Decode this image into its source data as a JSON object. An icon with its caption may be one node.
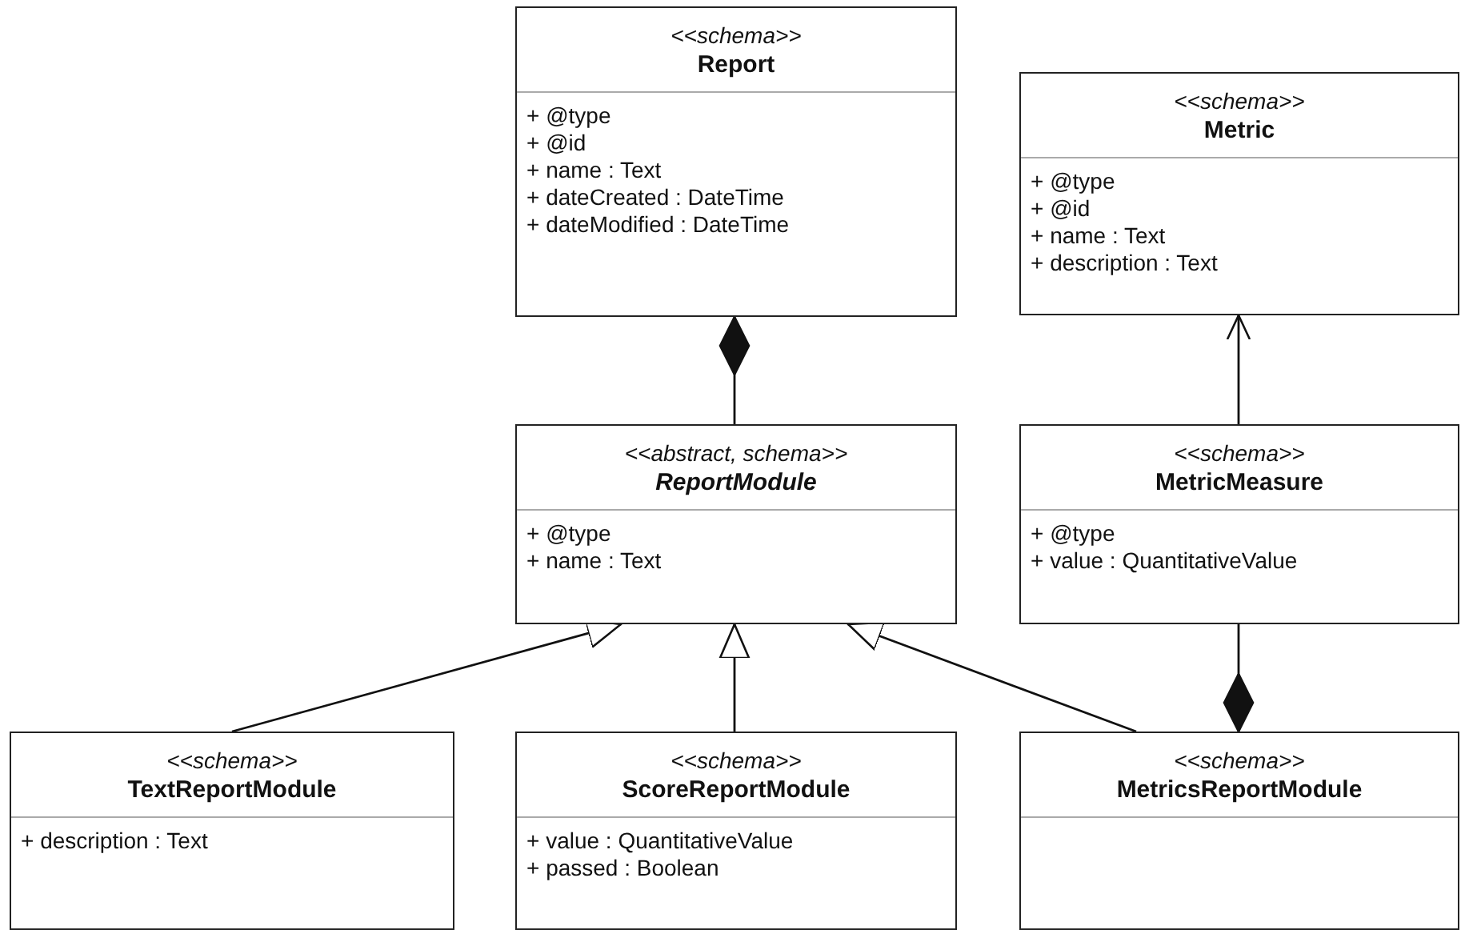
{
  "diagram": {
    "nodes": [
      {
        "text": [
          "<<schema>>",
          "Report",
          "+ @type",
          "+ @id",
          "+ name : Text",
          "+ dateCreated : DateTime",
          "+ dateModified : DateTime"
        ]
      },
      {
        "text": [
          "<<schema>>",
          "Metric",
          "+ @type",
          "+ @id",
          "+ name : Text",
          "+ description : Text"
        ]
      },
      {
        "text": [
          "<<abstract, schema>>",
          "ReportModule",
          "+ @type",
          "+ name : Text"
        ]
      },
      {
        "text": [
          "<<schema>>",
          "MetricMeasure",
          "+ @type",
          "+ value : QuantitativeValue"
        ]
      },
      {
        "text": [
          "<<schema>>",
          "TextReportModule",
          "+ description : Text"
        ]
      },
      {
        "text": [
          "<<schema>>",
          "ScoreReportModule",
          "+ value : QuantitativeValue",
          "+ passed : Boolean"
        ]
      },
      {
        "text": [
          "<<schema>>",
          "MetricsReportModule"
        ]
      }
    ],
    "edges": [
      {
        "from": 2,
        "to": 0,
        "arrow": "other"
      },
      {
        "from": 3,
        "to": 1,
        "arrow": "to"
      },
      {
        "from": 4,
        "to": 2,
        "arrow": "to"
      },
      {
        "from": 5,
        "to": 2,
        "arrow": "to"
      },
      {
        "from": 6,
        "to": 2,
        "arrow": "to"
      },
      {
        "from": 3,
        "to": 6,
        "arrow": "other"
      }
    ]
  }
}
